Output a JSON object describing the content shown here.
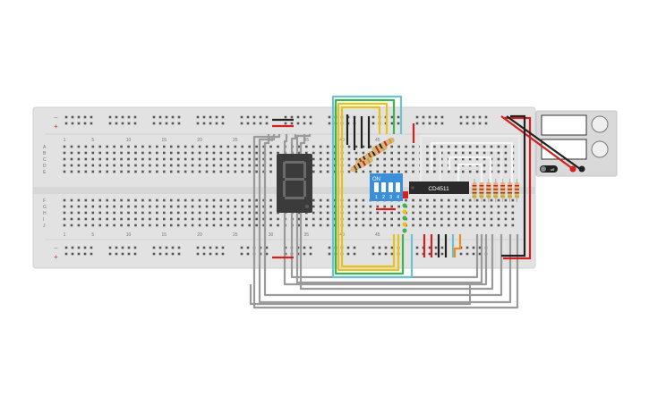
{
  "breadboard": {
    "column_numbers": [
      "1",
      "5",
      "10",
      "15",
      "20",
      "25",
      "30",
      "35",
      "40",
      "45"
    ],
    "row_letters_top": [
      "A",
      "B",
      "C",
      "D",
      "E"
    ],
    "row_letters_bottom": [
      "F",
      "G",
      "H",
      "I",
      "J"
    ],
    "rail_minus": "−",
    "rail_plus": "+"
  },
  "chip": {
    "label": "CD4511"
  },
  "dip_switch": {
    "on_label": "ON",
    "numbers": [
      "1",
      "2",
      "3",
      "4"
    ],
    "color": "#3a8fd8"
  },
  "seven_segment": {
    "digit": "8"
  },
  "power_supply": {
    "off_label": "off"
  },
  "colors": {
    "breadboard": "#e2e2e2",
    "wire_gray": "#9a9a9a",
    "wire_yellow": "#e8c21a",
    "wire_green": "#3fb34f",
    "wire_cyan": "#6bc3cf",
    "wire_red": "#d42020",
    "wire_black": "#222222",
    "wire_orange": "#f08a1c",
    "wire_white": "#f5f5f5"
  }
}
